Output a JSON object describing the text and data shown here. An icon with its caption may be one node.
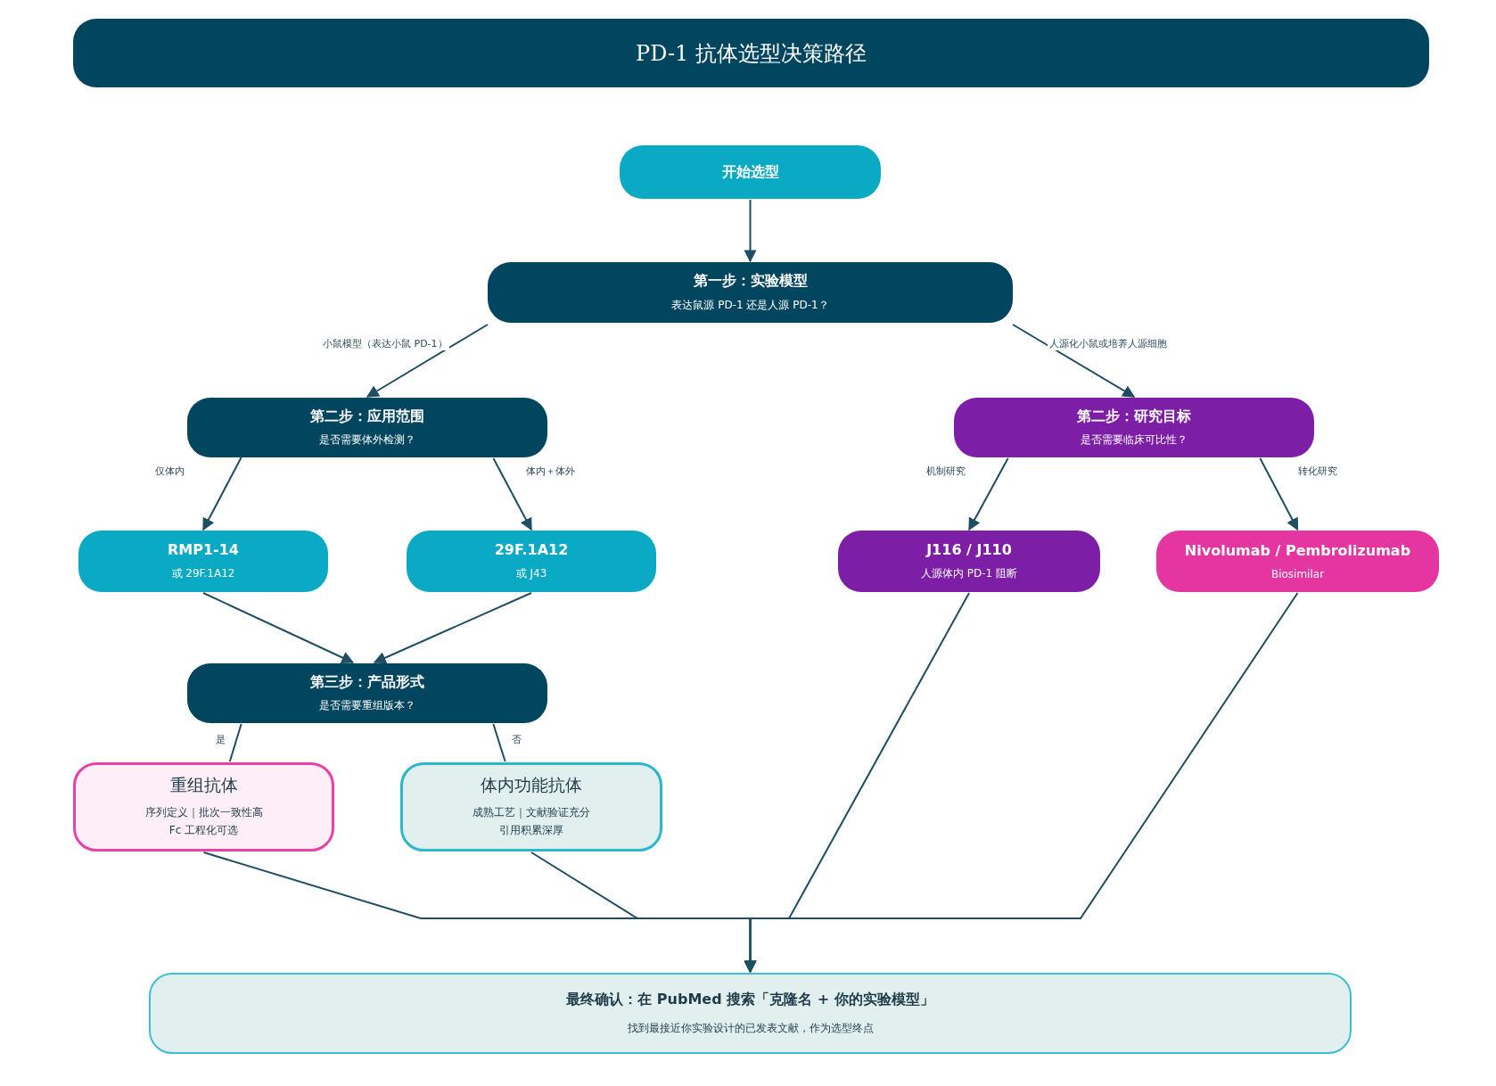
{
  "diagram": {
    "title": "PD-1 抗体选型决策路径",
    "nodes": [
      {
        "text": [
          "开始选型"
        ]
      },
      {
        "text": [
          "第一步：实验模型",
          "表达鼠源 PD-1 还是人源 PD-1？"
        ]
      },
      {
        "text": [
          "第二步：应用范围",
          "是否需要体外检测？"
        ]
      },
      {
        "text": [
          "第二步：研究目标",
          "是否需要临床可比性？"
        ]
      },
      {
        "text": [
          "RMP1-14",
          "或 29F.1A12"
        ]
      },
      {
        "text": [
          "29F.1A12",
          "或 J43"
        ]
      },
      {
        "text": [
          "J116 / J110",
          "人源体内 PD-1 阻断"
        ]
      },
      {
        "text": [
          "Nivolumab / Pembrolizumab",
          "Biosimilar"
        ]
      },
      {
        "text": [
          "第三步：产品形式",
          "是否需要重组版本？"
        ]
      },
      {
        "text": [
          "重组抗体",
          "序列定义｜批次一致性高Fc 工程化可选"
        ]
      },
      {
        "text": [
          "体内功能抗体",
          "成熟工艺｜文献验证充分引用积累深厚"
        ]
      },
      {
        "text": [
          "最终确认：在 PubMed 搜索「克隆名 + 你的实验模型」",
          "找到最接近你实验设计的已发表文献，作为选型终点"
        ]
      }
    ],
    "edges": [
      {
        "from": 0,
        "to": 1,
        "arrow": "to"
      },
      {
        "from": 1,
        "to": 2,
        "arrow": "to",
        "label": "小鼠模型（表达小鼠 PD-1）"
      },
      {
        "from": 1,
        "to": 3,
        "arrow": "to",
        "label": "人源化小鼠或培养人源细胞"
      },
      {
        "from": 2,
        "to": 4,
        "arrow": "to",
        "label": "仅体内"
      },
      {
        "from": 2,
        "to": 5,
        "arrow": "to",
        "label": "体内＋体外"
      },
      {
        "from": 3,
        "to": 6,
        "arrow": "to",
        "label": "机制研究"
      },
      {
        "from": 3,
        "to": 7,
        "arrow": "to",
        "label": "转化研究"
      },
      {
        "from": 4,
        "to": 8,
        "arrow": "to"
      },
      {
        "from": 5,
        "to": 8,
        "arrow": "to"
      },
      {
        "from": 8,
        "to": 9,
        "arrow": "none",
        "label": "是"
      },
      {
        "from": 8,
        "to": 10,
        "arrow": "none",
        "label": "否"
      },
      {
        "from": 9,
        "to": 11,
        "arrow": "to"
      },
      {
        "from": 10,
        "to": 11,
        "arrow": "to"
      },
      {
        "from": 6,
        "to": 11,
        "arrow": "to"
      },
      {
        "from": 7,
        "to": 11,
        "arrow": "to"
      }
    ]
  }
}
